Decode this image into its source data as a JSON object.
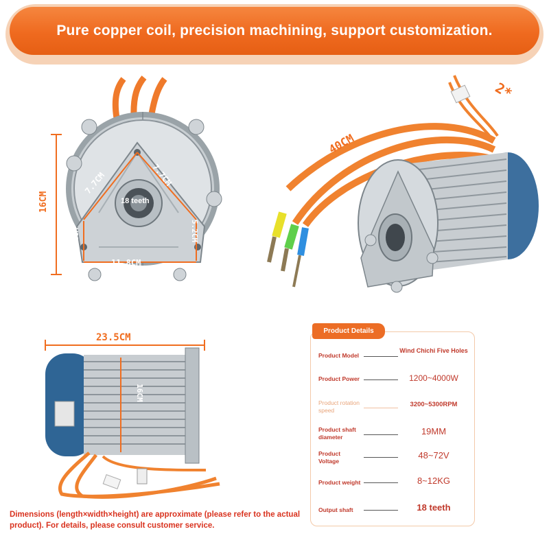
{
  "banner": {
    "text": "Pure copper coil, precision machining, support customization."
  },
  "front_view": {
    "height_label": "16CM",
    "edge_left": "7.7CM",
    "edge_right": "7.7CM",
    "side_left": "5.2CM",
    "side_right": "5.2CM",
    "base": "11.8CM",
    "shaft": "18 teeth"
  },
  "iso_view": {
    "cable_length": "40CM",
    "connector": "2*"
  },
  "side_view": {
    "length": "23.5CM",
    "height": "16CM"
  },
  "details": {
    "title": "Product Details",
    "rows": [
      {
        "label": "Product Model",
        "value": "Wind Chichi Five Holes"
      },
      {
        "label": "Product Power",
        "value": "1200~4000W"
      },
      {
        "label": "Product rotation speed",
        "value": "3200~5300RPM"
      },
      {
        "label": "Product shaft diameter",
        "value": "19MM"
      },
      {
        "label": "Product Voltage",
        "value": "48~72V"
      },
      {
        "label": "Product weight",
        "value": "8~12KG"
      },
      {
        "label": "Output shaft",
        "value": "18 teeth"
      }
    ]
  },
  "note": "Dimensions (length×width×height) are approximate (please refer to the actual product). For details, please consult customer service."
}
